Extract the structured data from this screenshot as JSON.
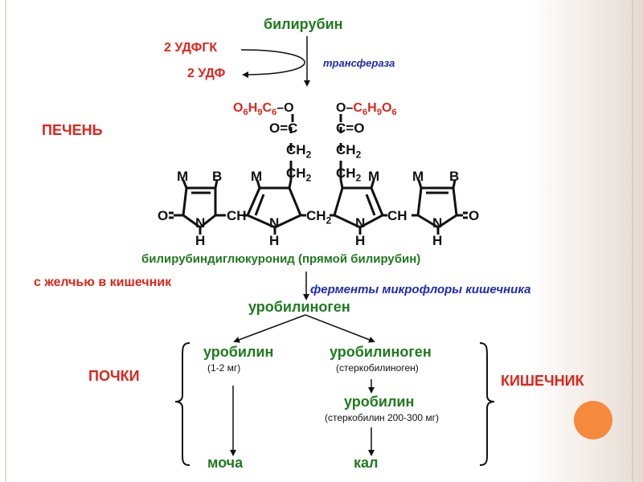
{
  "labels": {
    "bilirubin": "билирубин",
    "udpgk": "2 УДФГК",
    "udp": "2 УДФ",
    "transferase": "трансфераза",
    "liver": "ПЕЧЕНЬ",
    "conjugate": "билирубиндиглюкуронид (прямой билирубин)",
    "bile_to_intestine": "с желчью в кишечник",
    "microflora_enzymes": "ферменты микрофлоры кишечника",
    "urobilinogen_top": "уробилиноген",
    "urobilin_left": "уробилин",
    "urobilin_left_amount": "(1-2 мг)",
    "urobilinogen_right": "уробилиноген",
    "stercobilinogen": "(стеркобилиноген)",
    "urobilin_right": "уробилин",
    "stercobilin_amount": "(стеркобилин 200-300 мг)",
    "kidneys": "ПОЧКИ",
    "intestine": "КИШЕЧНИК",
    "urine": "моча",
    "feces": "кал"
  },
  "structure": {
    "glucuronide_left_parts": [
      "O",
      "6",
      "H",
      "9",
      "C",
      "6",
      "–O"
    ],
    "glucuronide_right_parts": [
      "O–",
      "C",
      "6",
      "H",
      "9",
      "O",
      "6"
    ],
    "carbonyl": "O=C",
    "carbonyl_right": "C=O",
    "ch2": "CH",
    "ch2_sub": "2",
    "substituent_m": "M",
    "substituent_b": "B",
    "oxygen": "O",
    "nitrogen": "N",
    "hydrogen": "H",
    "methine": "CH",
    "methylene": "CH",
    "methylene_sub": "2"
  },
  "colors": {
    "green": "#1f7a1f",
    "red": "#e0241b",
    "blue": "#1d2bb0",
    "orange": "#f58a3c"
  }
}
